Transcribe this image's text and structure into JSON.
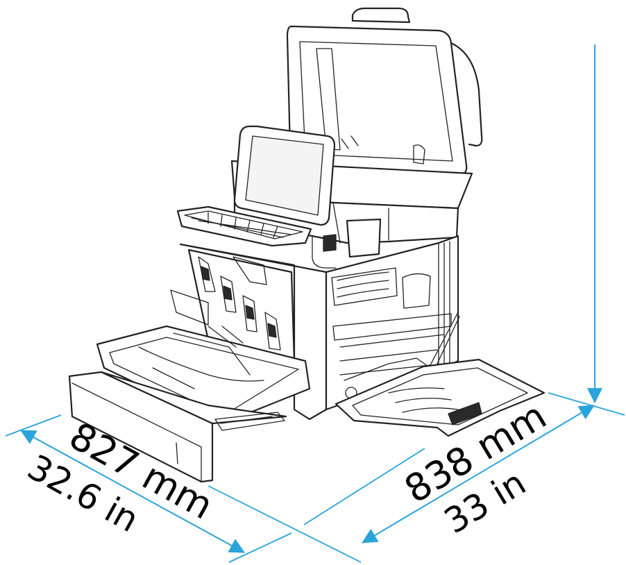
{
  "dimensions": {
    "depth_mm": "827 mm",
    "depth_in": "32.6 in",
    "width_mm": "838 mm",
    "width_in": "33 in"
  },
  "colors": {
    "dimension_line": "#29a3d9",
    "outline": "#222222"
  }
}
